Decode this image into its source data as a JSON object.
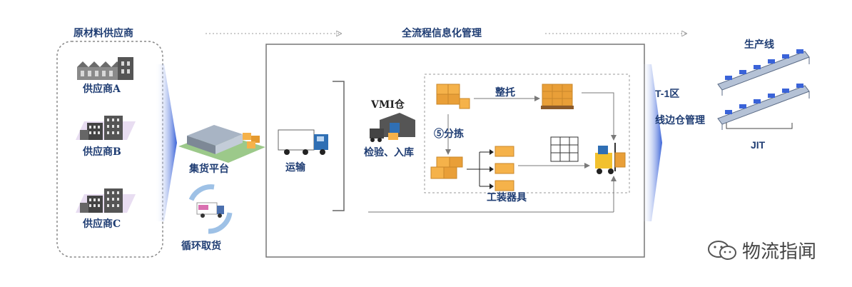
{
  "labels": {
    "supplier_group": "原材料供应商",
    "supplier_a": "供应商A",
    "supplier_b": "供应商B",
    "supplier_c": "供应商C",
    "process_title": "全流程信息化管理",
    "hub": "集货平台",
    "milk_run": "循环取货",
    "transport": "运输",
    "vmi": "VMI仓",
    "inspect": "检验、入库",
    "palletize": "整托",
    "sort": "⑤分拣",
    "fixture": "工装器具",
    "t1": "T-1区",
    "lineside": "线边仓管理",
    "production_line": "生产线",
    "jit": "JIT"
  },
  "watermark": {
    "text": "物流指闻",
    "icon": "wechat-icon"
  },
  "colors": {
    "label": "#1f3d73",
    "arrow": "#3a63d8",
    "box": "#f5b24a",
    "frame": "#777777"
  }
}
